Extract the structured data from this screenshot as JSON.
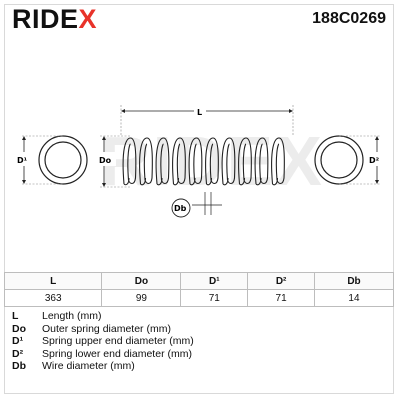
{
  "header": {
    "logo_text": "RIDE",
    "logo_x": "X",
    "part_number": "188C0269"
  },
  "diagram_labels": {
    "length": "L",
    "outer_diameter": "Do",
    "upper_end_diameter": "D¹",
    "lower_end_diameter": "D²",
    "wire_diameter": "Db",
    "watermark": "RIDEX"
  },
  "table": {
    "headers": [
      "L",
      "Do",
      "D¹",
      "D²",
      "Db"
    ],
    "values": [
      "363",
      "99",
      "71",
      "71",
      "14"
    ]
  },
  "legend": [
    {
      "code": "L",
      "desc": "Length (mm)"
    },
    {
      "code": "Do",
      "desc": "Outer spring diameter (mm)"
    },
    {
      "code": "D¹",
      "desc": "Spring upper end diameter (mm)"
    },
    {
      "code": "D²",
      "desc": "Spring lower end diameter (mm)"
    },
    {
      "code": "Db",
      "desc": "Wire diameter (mm)"
    }
  ],
  "colors": {
    "brand_red": "#e8332a",
    "line": "#222222",
    "watermark": "#ececec"
  }
}
